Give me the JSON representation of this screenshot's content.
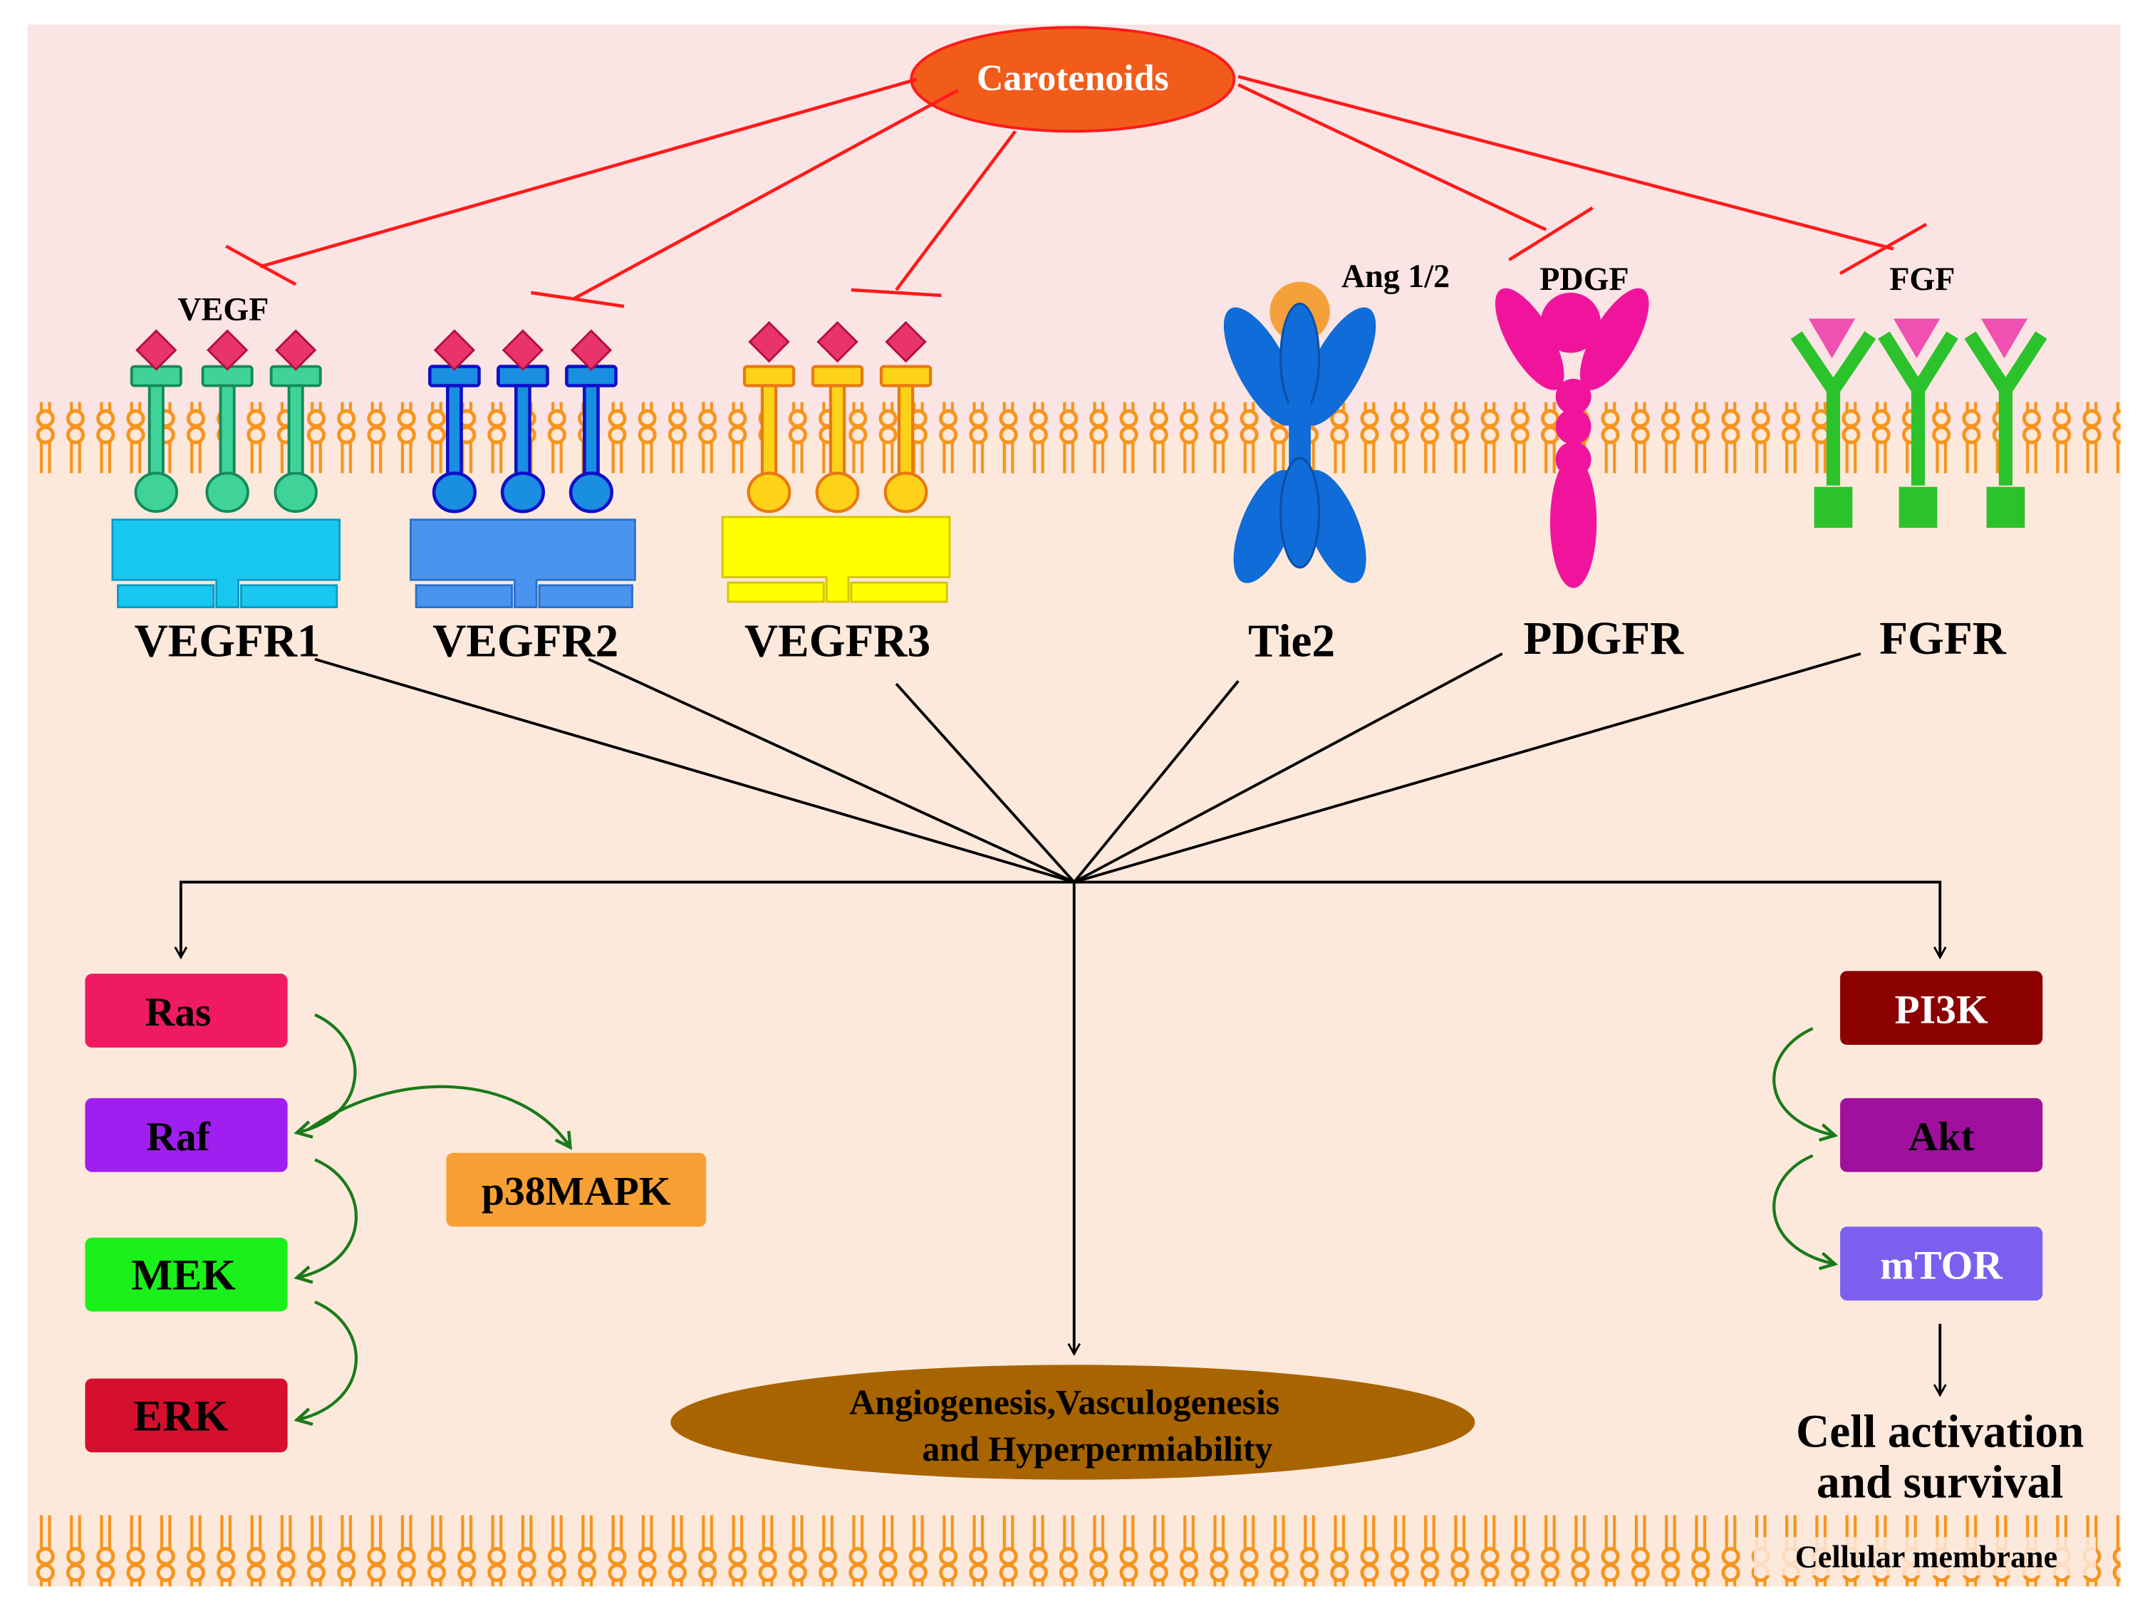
{
  "title": "Carotenoids",
  "colors": {
    "extracellular": "#fbe4e4",
    "cytoplasm": "#fde9dc",
    "membrane": "#f7941d",
    "inhibit": "#ff1a1a",
    "signal": "#000000",
    "cascade": "#1a7a1a"
  },
  "ligands": {
    "vegf": "VEGF",
    "ang": "Ang 1/2",
    "pdgf": "PDGF",
    "fgf": "FGF"
  },
  "receptors": {
    "vegfr1": "VEGFR1",
    "vegfr2": "VEGFR2",
    "vegfr3": "VEGFR3",
    "tie2": "Tie2",
    "pdgfr": "PDGFR",
    "fgfr": "FGFR"
  },
  "mapk_pathway": {
    "ras": "Ras",
    "raf": "Raf",
    "mek": "MEK",
    "erk": "ERK",
    "p38": "p38MAPK"
  },
  "pi3k_pathway": {
    "pi3k": "PI3K",
    "akt": "Akt",
    "mtor": "mTOR"
  },
  "outcomes": {
    "angiogenesis_line1": "Angiogenesis,Vasculogenesis",
    "angiogenesis_line2": "and Hyperpermiability",
    "cell_line1": "Cell activation",
    "cell_line2": "and survival"
  },
  "membrane_label": "Cellular membrane"
}
